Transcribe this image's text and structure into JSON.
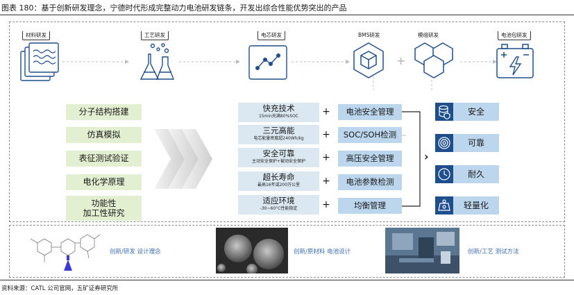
{
  "title": "图表 180：基于创新研发理念，宁德时代形成完整动力电池研发链条，开发出综合性能优势突出的产品",
  "stages": {
    "materials": "材料研发",
    "process": "工艺研发",
    "cell": "电芯研发",
    "bms": "BMS研发",
    "module": "模组研发",
    "pack": "电池包研发"
  },
  "research_items": [
    "分子结构搭建",
    "仿真模拟",
    "表征测试验证",
    "电化学原理",
    "功能性",
    "加工性研究"
  ],
  "cell_features": [
    {
      "title": "快充技术",
      "sub": "15min充满80%SOC"
    },
    {
      "title": "三元高能",
      "sub": "电芯能量密度超240Wh/kg"
    },
    {
      "title": "安全可靠",
      "sub": "主动安全保护+被动安全保护"
    },
    {
      "title": "超长寿命",
      "sub": "最高16年或200万公里"
    },
    {
      "title": "适应环境",
      "sub": "-30~60°C性能稳定"
    }
  ],
  "plus_sign": "+",
  "bms_features": [
    "电池安全管理",
    "SOC/SOH检测",
    "高压安全管理",
    "电池参数检测",
    "均衡管理"
  ],
  "results": [
    {
      "label": "安全",
      "icon": "database-shield-icon"
    },
    {
      "label": "可靠",
      "icon": "target-icon"
    },
    {
      "label": "耐久",
      "icon": "clock-icon"
    },
    {
      "label": "轻量化",
      "icon": "weight-icon"
    }
  ],
  "arrow_glyph": "›",
  "captions": [
    "创新/研发 设计理念",
    "创新/原材料 电池设计",
    "创新/工艺 测试方法"
  ],
  "source": "资料来源：CATL 公司官网，五矿证券研究所",
  "colors": {
    "green_box": "#e2efd1",
    "light_blue": "#dbe8f2",
    "mid_blue": "#bcd6ee",
    "dark_blue": "#1f4e8c",
    "caption_blue": "#3d6fb0"
  }
}
